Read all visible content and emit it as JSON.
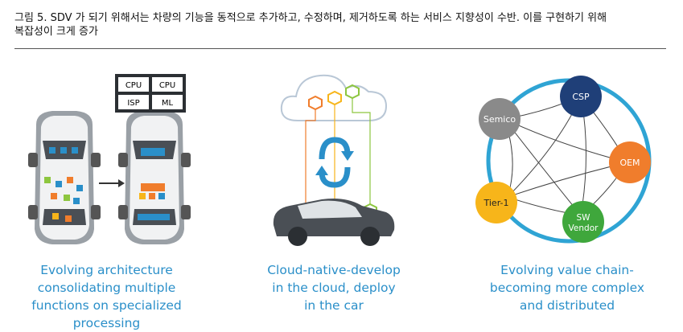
{
  "caption": {
    "line1": "그림 5. SDV 가 되기 위해서는 차량의 기능을 동적으로 추가하고, 수정하며, 제거하도록 하는 서비스 지향성이 수반. 이를 구현하기 위해",
    "line2": "복잡성이 크게 증가"
  },
  "panels": [
    {
      "title": [
        "Evolving architecture",
        "consolidating multiple",
        "functions on specialized",
        "processing"
      ],
      "chips": [
        "CPU",
        "CPU",
        "ISP",
        "ML"
      ]
    },
    {
      "title": [
        "Cloud-native-develop",
        "in the cloud, deploy",
        "in the car"
      ]
    },
    {
      "title": [
        "Evolving value chain-",
        "becoming more complex",
        "and distributed"
      ],
      "nodes": [
        "CSP",
        "Semico",
        "OEM",
        "Tier-1",
        "SW Vendor"
      ]
    }
  ],
  "colors": {
    "accent_blue": "#2a8fc9",
    "csp": "#1f3f78",
    "semico": "#8a8a8a",
    "oem": "#f07d2c",
    "tier1": "#f7b51a",
    "sw_vendor": "#3fa73c",
    "ring": "#2fa4d4"
  }
}
